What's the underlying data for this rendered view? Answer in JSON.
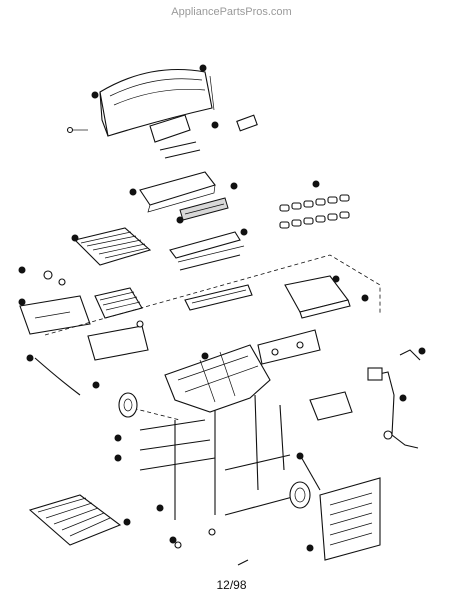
{
  "header": {
    "watermark": "AppliancePartsPros.com"
  },
  "footer": {
    "date_code": "12/98"
  },
  "diagram": {
    "type": "exploded-parts-view",
    "subject": "gas grill assembly",
    "callout_color": "#111111"
  }
}
